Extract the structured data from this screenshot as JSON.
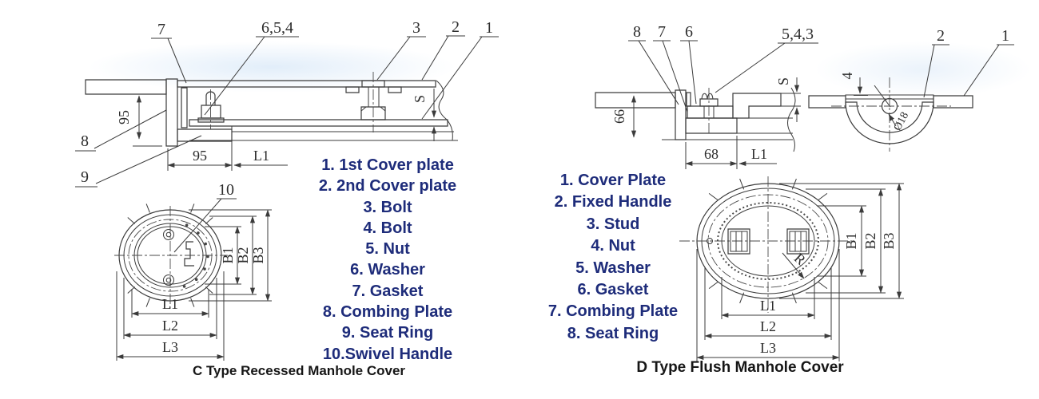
{
  "colors": {
    "accent": "#1e2c7a",
    "ink": "#3b3b3b",
    "paper": "#ffffff"
  },
  "c_type": {
    "caption": "C Type Recessed Manhole Cover",
    "parts": [
      "1. 1st Cover plate",
      "2. 2nd Cover plate",
      "3. Bolt",
      "4. Bolt",
      "5. Nut",
      "6. Washer",
      "7. Gasket",
      "8. Combing Plate",
      "9. Seat Ring",
      "10.Swivel Handle"
    ],
    "section": {
      "callout_7": "7",
      "callout_654": "6,5,4",
      "callout_3": "3",
      "callout_2": "2",
      "callout_1": "1",
      "callout_8": "8",
      "callout_9": "9",
      "dim_depth": "95",
      "dim_width": "95",
      "dim_l1": "L1",
      "dim_s": "S"
    },
    "plan": {
      "callout_10": "10",
      "dim_b1": "B1",
      "dim_b2": "B2",
      "dim_b3": "B3",
      "dim_l1": "L1",
      "dim_l2": "L2",
      "dim_l3": "L3"
    }
  },
  "d_type": {
    "caption": "D Type Flush Manhole Cover",
    "parts": [
      "1. Cover Plate",
      "2. Fixed Handle",
      "3. Stud",
      "4. Nut",
      "5. Washer",
      "6. Gasket",
      "7. Combing Plate",
      "8. Seat Ring"
    ],
    "section": {
      "callout_8": "8",
      "callout_7": "7",
      "callout_6": "6",
      "callout_543": "5,4,3",
      "dim_depth": "66",
      "dim_width": "68",
      "dim_l1": "L1",
      "dim_s": "S"
    },
    "handle": {
      "callout_2": "2",
      "callout_1": "1",
      "dim_4": "4",
      "dim_dia": "Ø18"
    },
    "plan": {
      "dim_r": "R",
      "dim_b1": "B1",
      "dim_b2": "B2",
      "dim_b3": "B3",
      "dim_l1": "L1",
      "dim_l2": "L2",
      "dim_l3": "L3"
    }
  }
}
